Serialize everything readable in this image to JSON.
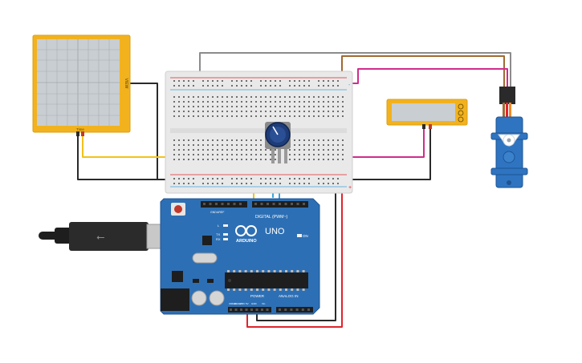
{
  "canvas": {
    "background": "#ffffff",
    "wire_colors": {
      "gray": "#8c8c8c",
      "brown": "#a06a32",
      "magenta": "#d02c8c",
      "red": "#e0242c",
      "black": "#2a2a2a",
      "yellow": "#f2c21a",
      "blue": "#3ba3dc"
    }
  },
  "oscilloscope": {
    "name": "oscilloscope",
    "side_label": "VIEW",
    "bottom_label": "Time",
    "frame_color": "#f2b21e",
    "screen_color": "#c9ced2"
  },
  "breadboard": {
    "name": "breadboard",
    "color": "#e9e9e9",
    "rail_plus": "+",
    "rail_minus": "-"
  },
  "potentiometer": {
    "name": "potentiometer",
    "knob_color": "#1e3c78"
  },
  "multimeter": {
    "name": "multimeter",
    "frame_color": "#f2b21e",
    "screen_color": "#c9ced2"
  },
  "servo": {
    "name": "servo-motor",
    "body_color": "#2f74c0"
  },
  "arduino": {
    "name": "arduino-uno",
    "board_color": "#2d6fb4",
    "digital_label": "DIGITAL (PWM~)",
    "brand_label": "ARDUINO",
    "model_label": "UNO",
    "on_label": "ON",
    "power_label": "POWER",
    "analog_label": "ANALOG IN",
    "aref_label": "AREF",
    "gnd_label": "GND",
    "tx_label": "TX",
    "rx_label": "RX",
    "l_label": "L",
    "ioref_label": "IOREF",
    "reset_label": "RESET",
    "v33_label": "3.3V",
    "v5_label": "5V",
    "vin_label": "Vin"
  },
  "usb_cable": {
    "name": "usb-cable",
    "color": "#1e1e1e"
  }
}
